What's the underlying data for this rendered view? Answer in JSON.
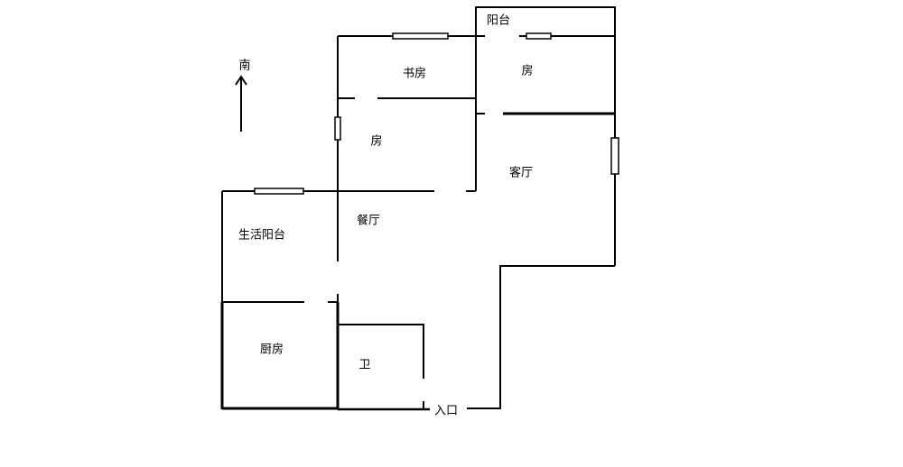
{
  "compass": {
    "label": "南"
  },
  "rooms": {
    "balcony": "阳台",
    "study": "书房",
    "bedroom_ne": "房",
    "bedroom_w": "房",
    "living_room": "客厅",
    "dining_room": "餐厅",
    "utility_balcony": "生活阳台",
    "kitchen": "厨房",
    "bathroom": "卫",
    "entrance": "入口"
  },
  "colors": {
    "line": "#000000",
    "background": "#ffffff"
  }
}
